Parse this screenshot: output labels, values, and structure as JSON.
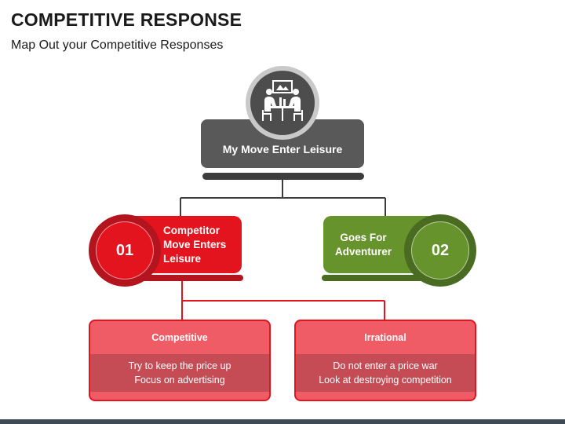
{
  "header": {
    "title": "COMPETITIVE RESPONSE",
    "subtitle": "Map Out your Competitive Responses"
  },
  "top_node": {
    "icon": "business-meeting-icon",
    "label": "My Move Enter Leisure"
  },
  "branches": [
    {
      "number": "01",
      "lines": [
        "Competitor",
        "Move Enters",
        "Leisure"
      ],
      "color": "#e3141e"
    },
    {
      "number": "02",
      "lines": [
        "Goes For",
        "Adventurer"
      ],
      "color": "#66932b"
    }
  ],
  "cards": [
    {
      "title": "Competitive",
      "lines": [
        "Try to keep the price up",
        "Focus on advertising"
      ]
    },
    {
      "title": "Irrational",
      "lines": [
        "Do not enter a price war",
        "Look at destroying competition"
      ]
    }
  ],
  "colors": {
    "dark_gray": "#595959",
    "red": "#e3141e",
    "green": "#66932b",
    "card_fill": "#ef5c66"
  }
}
